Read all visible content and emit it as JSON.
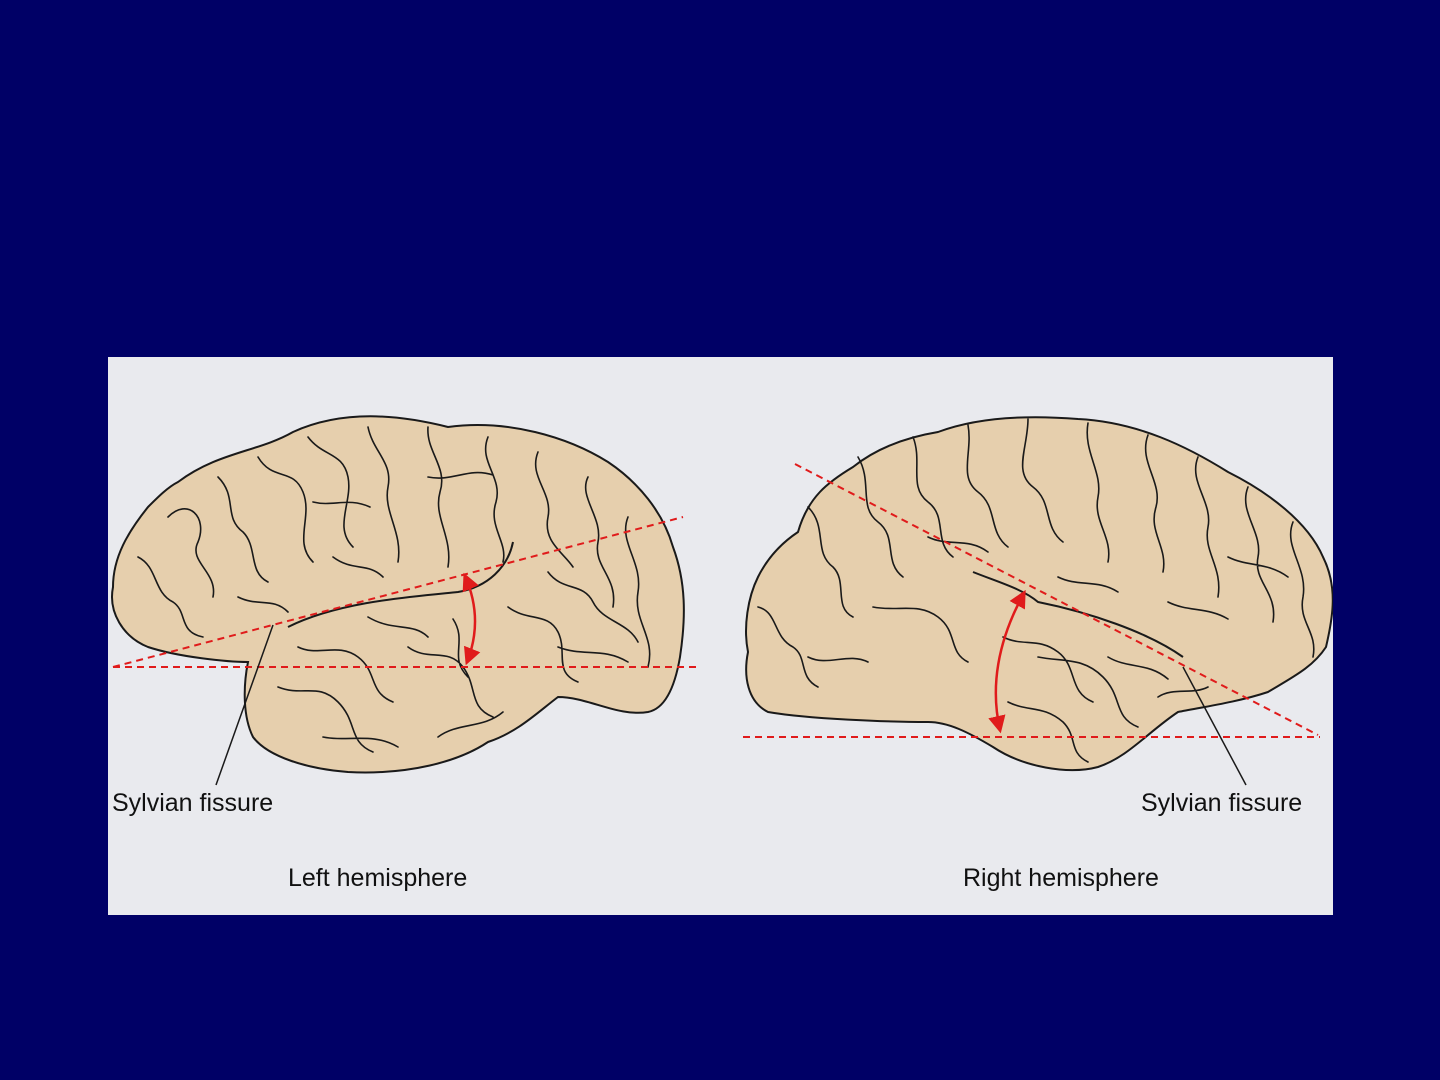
{
  "slide": {
    "background_color": "#000066"
  },
  "figure": {
    "panel_color": "#e9eaee",
    "brain_fill_color": "#e6cfad",
    "measurement_color": "#e01b1b",
    "left": {
      "fissure_label": "Sylvian fissure",
      "caption": "Left hemisphere"
    },
    "right": {
      "fissure_label": "Sylvian fissure",
      "caption": "Right hemisphere"
    }
  }
}
